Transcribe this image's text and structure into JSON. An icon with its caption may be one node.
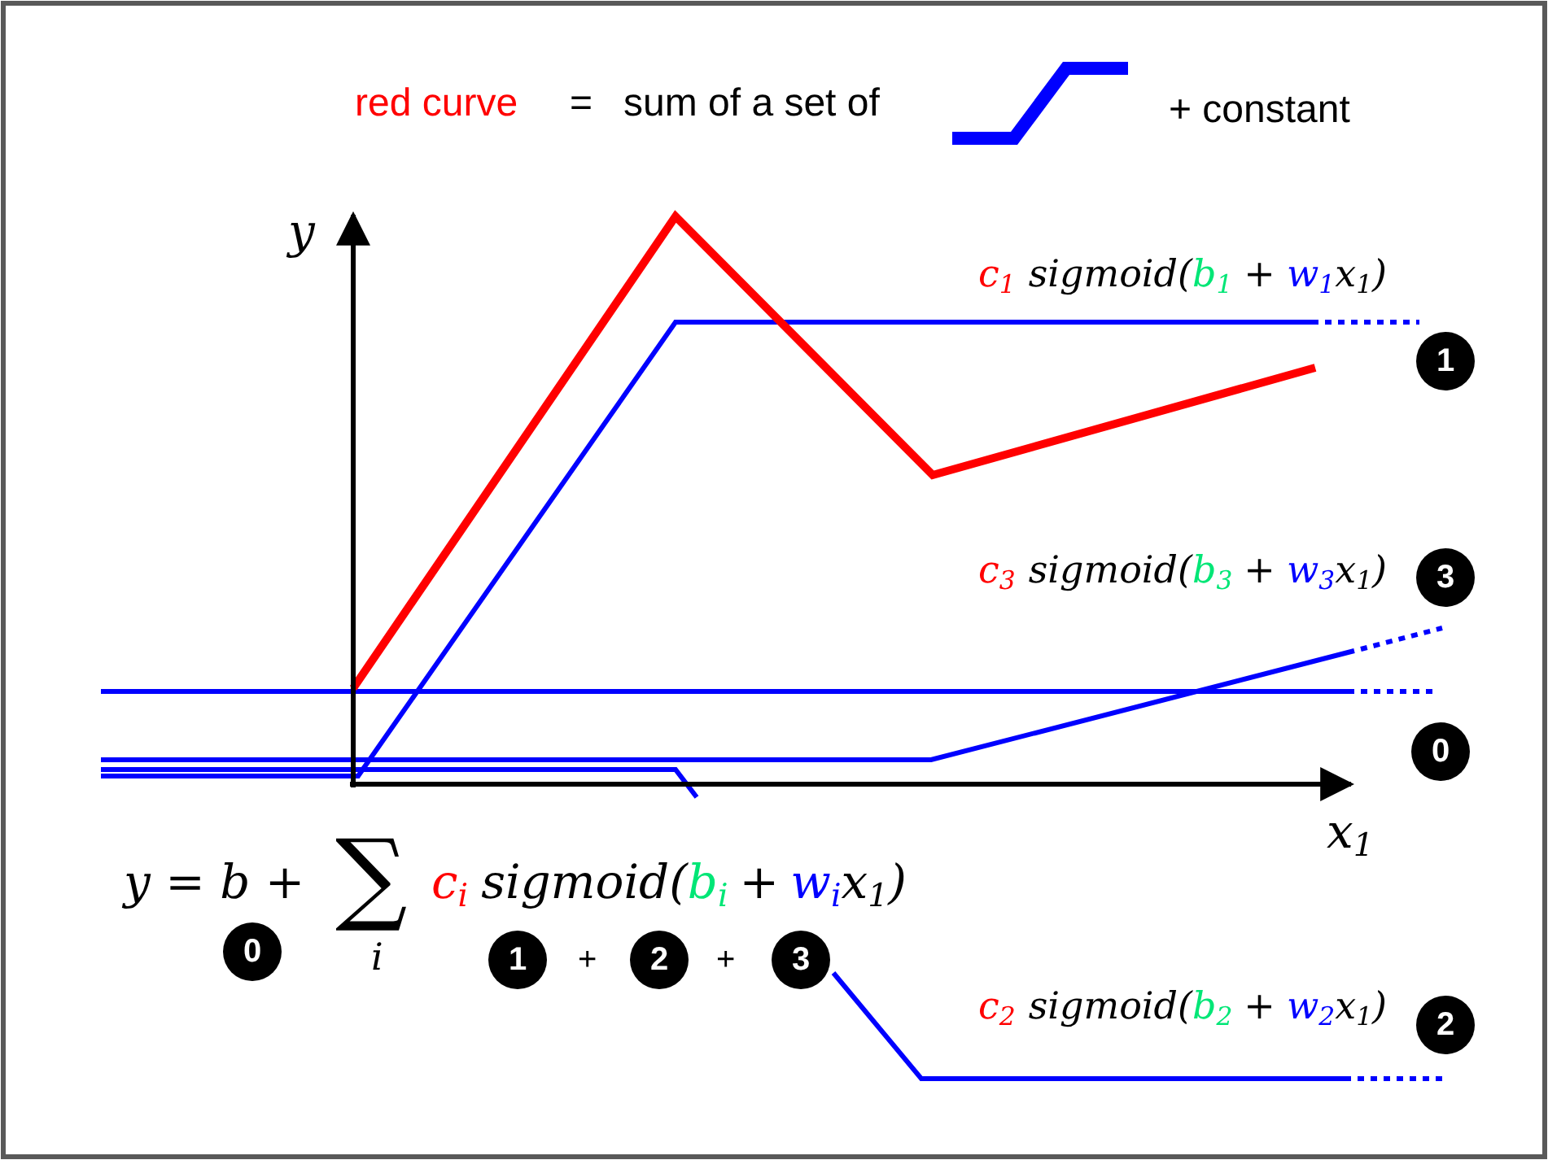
{
  "diagram": {
    "nodes": [
      {
        "text": [
          "1"
        ]
      },
      {
        "text": [
          "3"
        ]
      },
      {
        "text": [
          "0"
        ]
      },
      {
        "text": [
          "0"
        ]
      },
      {
        "text": [
          "1"
        ]
      },
      {
        "text": [
          "2"
        ]
      },
      {
        "text": [
          "3"
        ]
      },
      {
        "text": [
          "2"
        ]
      }
    ],
    "labels": [
      "red curve",
      "=",
      "sum of a set of",
      "+ constant",
      "y",
      "c$_{1}$",
      "sigmoid(",
      "b$_{1}$",
      "+",
      "w$_{1}$",
      "x$_{1}$)",
      "c$_{3}$",
      "sigmoid(",
      "b$_{3}$",
      "+",
      "w$_{3}$",
      "x$_{1}$)",
      "x$_{1}$",
      "y = b +",
      "∑",
      "c$_{i}$",
      "sigmoid(",
      "b$_{i}$",
      "+",
      "w$_{i}$",
      "x$_{1}$)",
      "i",
      "+",
      "+",
      "c$_{2}$",
      "sigmoid(",
      "b$_{2}$",
      "+",
      "w$_{2}$",
      "x$_{1}$)"
    ]
  }
}
